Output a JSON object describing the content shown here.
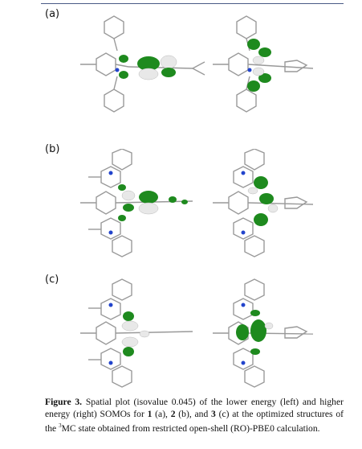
{
  "panels": [
    {
      "label": "(a)"
    },
    {
      "label": "(b)"
    },
    {
      "label": "(c)"
    }
  ],
  "caption": {
    "fig_label": "Figure 3.",
    "text_1": " Spatial plot (isovalue 0.045) of the lower energy (left) and higher energy (right) SOMOs for ",
    "c1": "1",
    "text_2": " (a), ",
    "c2": "2",
    "text_3": " (b), and ",
    "c3": "3",
    "text_4": " (c) at the optimized structures of the ",
    "sup": "3",
    "text_5": "MC state obtained from restricted open-shell (RO)-PBE0 calculation."
  },
  "colors": {
    "lobe_green": "#1e8a1e",
    "lobe_white": "#f2f2f2",
    "bond_gray": "#9a9a9a",
    "nitrogen_blue": "#2244cc"
  }
}
